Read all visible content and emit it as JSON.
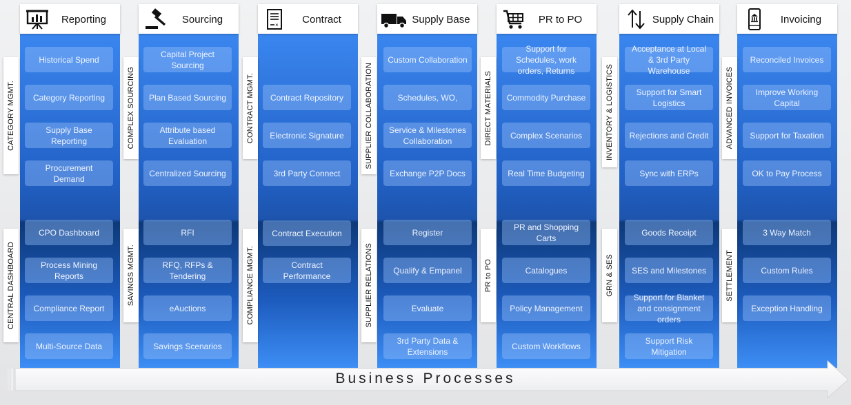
{
  "columns": [
    {
      "title": "Reporting",
      "icon": "presentation-chart-icon",
      "top_label": "CATEGORY MGMT.",
      "bottom_label": "CENTRAL DASHBOARD",
      "top_items": [
        "Historical Spend",
        "Category Reporting",
        "Supply Base Reporting",
        "Procurement Demand"
      ],
      "bottom_items": [
        "CPO Dashboard",
        "Process Mining Reports",
        "Compliance Report",
        "Multi-Source Data"
      ]
    },
    {
      "title": "Sourcing",
      "icon": "gavel-icon",
      "top_label": "COMPLEX SOURCING",
      "bottom_label": "SAVINGS MGMT.",
      "top_items": [
        "Capital Project Sourcing",
        "Plan Based Sourcing",
        "Attribute based Evaluation",
        "Centralized Sourcing"
      ],
      "bottom_items": [
        "RFI",
        "RFQ, RFPs & Tendering",
        "eAuctions",
        "Savings Scenarios"
      ]
    },
    {
      "title": "Contract",
      "icon": "document-icon",
      "top_label": "CONTRACT MGMT.",
      "bottom_label": "COMPLIANCE MGMT.",
      "top_items": [
        "Contract Repository",
        "Electronic Signature",
        "3rd Party Connect"
      ],
      "bottom_items": [
        "Contract Execution",
        "Contract Performance"
      ]
    },
    {
      "title": "Supply Base",
      "icon": "truck-icon",
      "top_label": "SUPPLIER COLLABORATION",
      "bottom_label": "SUPPLIER RELATIONS",
      "top_items": [
        "Custom Collaboration",
        "Schedules, WO,",
        "Service & Milestones Collaboration",
        "Exchange P2P Docs"
      ],
      "bottom_items": [
        "Register",
        "Qualify & Empanel",
        "Evaluate",
        "3rd Party Data & Extensions"
      ]
    },
    {
      "title": "PR to PO",
      "icon": "shopping-cart-icon",
      "top_label": "DIRECT MATERIALS",
      "bottom_label": "PR to PO",
      "top_items": [
        "Support for Schedules, work orders, Returns",
        "Commodity Purchase",
        "Complex Scenarios",
        "Real Time Budgeting"
      ],
      "bottom_items": [
        "PR and Shopping Carts",
        "Catalogues",
        "Policy Management",
        "Custom Workflows"
      ]
    },
    {
      "title": "Supply Chain",
      "icon": "up-down-arrows-icon",
      "top_label": "INVENTORY & LOGISTICS",
      "bottom_label": "GRN & SES",
      "top_items": [
        "Acceptance at Local & 3rd Party Warehouse",
        "Support for Smart Logistics",
        "Rejections and Credit",
        "Sync with ERPs"
      ],
      "bottom_items": [
        "Goods Receipt",
        "SES and Milestones",
        "Support for Blanket and consignment orders",
        "Support Risk Mitigation"
      ]
    },
    {
      "title": "Invoicing",
      "icon": "mobile-bank-icon",
      "top_label": "ADVANCED INVOICES",
      "bottom_label": "SETTLEMENT",
      "top_items": [
        "Reconciled Invoices",
        "Improve Working Capital",
        "Support for Taxation",
        "OK to Pay Process"
      ],
      "bottom_items": [
        "3 Way Match",
        "Custom Rules",
        "Exception Handling"
      ]
    }
  ],
  "footer": {
    "label": "Business Processes"
  }
}
